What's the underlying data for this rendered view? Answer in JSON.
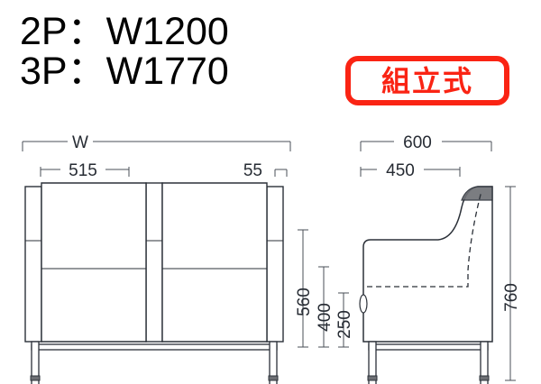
{
  "header": {
    "line1": "2P：W1200",
    "line2": "3P：W1770"
  },
  "badge": {
    "label": "組立式",
    "color": "#fa2414"
  },
  "front_view": {
    "name": "front-elevation",
    "width_label": "W",
    "seat_width": "515",
    "arm_width": "55",
    "back_height": "560",
    "arm_height": "400",
    "seat_height": "250"
  },
  "side_view": {
    "name": "side-elevation",
    "depth_total": "600",
    "depth_seat": "450",
    "total_height": "760"
  },
  "colors": {
    "line": "#2b3038",
    "dim": "#4a4f57",
    "accent": "#fa2414"
  }
}
